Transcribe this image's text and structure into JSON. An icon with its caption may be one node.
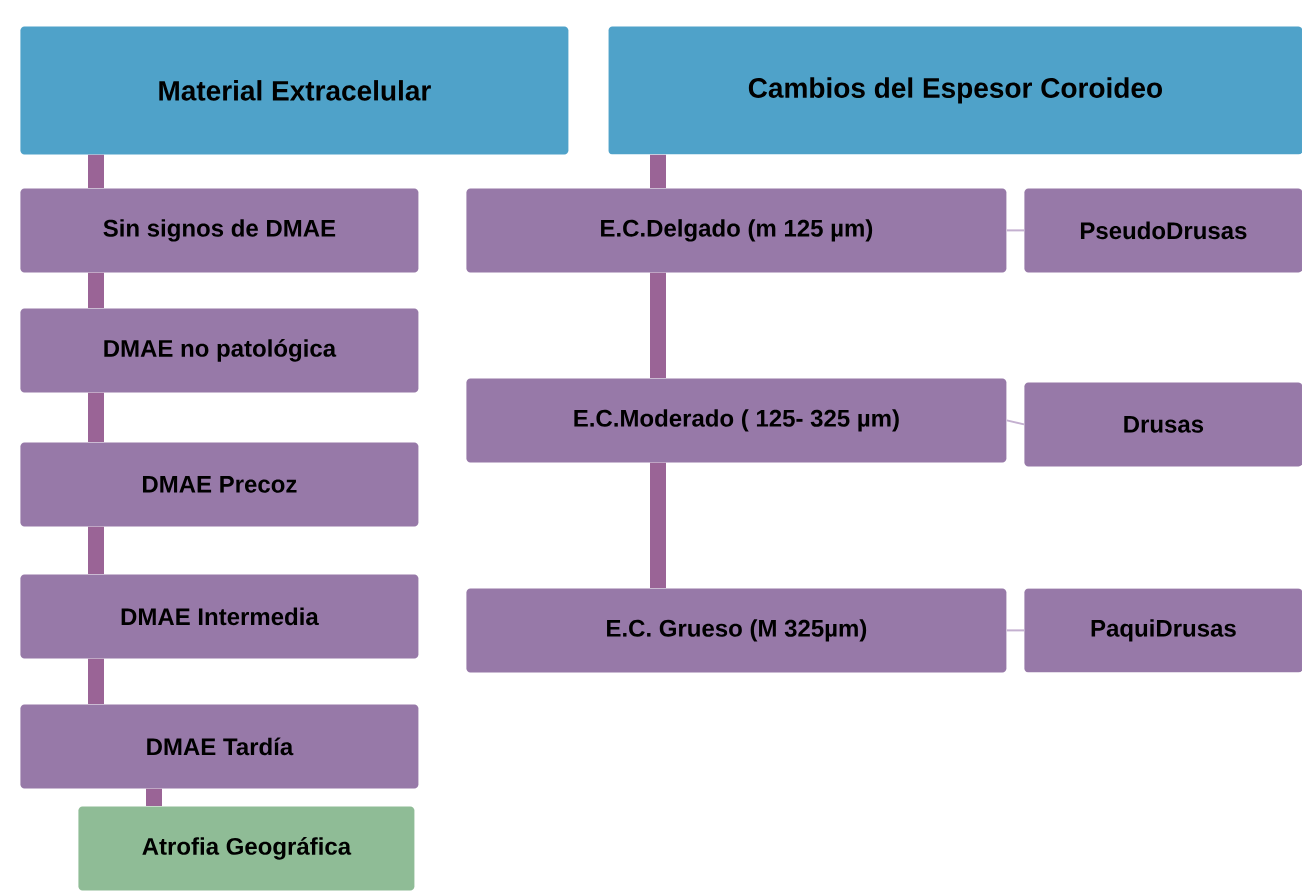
{
  "diagram": {
    "nodes": [
      {
        "text": [
          "Material Extracelular"
        ]
      },
      {
        "text": [
          "Cambios del Espesor Coroideo"
        ]
      },
      {
        "text": [
          "Sin signos de DMAE"
        ]
      },
      {
        "text": [
          "DMAE no patológica"
        ]
      },
      {
        "text": [
          "DMAE Precoz"
        ]
      },
      {
        "text": [
          "DMAE Intermedia"
        ]
      },
      {
        "text": [
          "DMAE Tardía"
        ]
      },
      {
        "text": [
          "Atrofia Geográfica"
        ]
      },
      {
        "text": [
          "E.C.Delgado (m 125 µm)"
        ]
      },
      {
        "text": [
          "E.C.Moderado ( 125- 325 µm)"
        ]
      },
      {
        "text": [
          "E.C. Grueso (M 325µm)"
        ]
      },
      {
        "text": [
          "PseudoDrusas"
        ]
      },
      {
        "text": [
          "Drusas"
        ]
      },
      {
        "text": [
          "PaquiDrusas"
        ]
      }
    ],
    "edges": [
      {
        "from": 0,
        "to": 2,
        "arrow": "none"
      },
      {
        "from": 2,
        "to": 3,
        "arrow": "none"
      },
      {
        "from": 3,
        "to": 4,
        "arrow": "none"
      },
      {
        "from": 4,
        "to": 5,
        "arrow": "none"
      },
      {
        "from": 5,
        "to": 6,
        "arrow": "none"
      },
      {
        "from": 6,
        "to": 7,
        "arrow": "none"
      },
      {
        "from": 1,
        "to": 8,
        "arrow": "none"
      },
      {
        "from": 8,
        "to": 9,
        "arrow": "none"
      },
      {
        "from": 9,
        "to": 10,
        "arrow": "none"
      },
      {
        "from": 8,
        "to": 11,
        "arrow": "none",
        "color": "#c4b0d0"
      },
      {
        "from": 9,
        "to": 12,
        "arrow": "none",
        "color": "#c4b0d0"
      },
      {
        "from": 10,
        "to": 13,
        "arrow": "none",
        "color": "#c4b0d0"
      }
    ]
  }
}
